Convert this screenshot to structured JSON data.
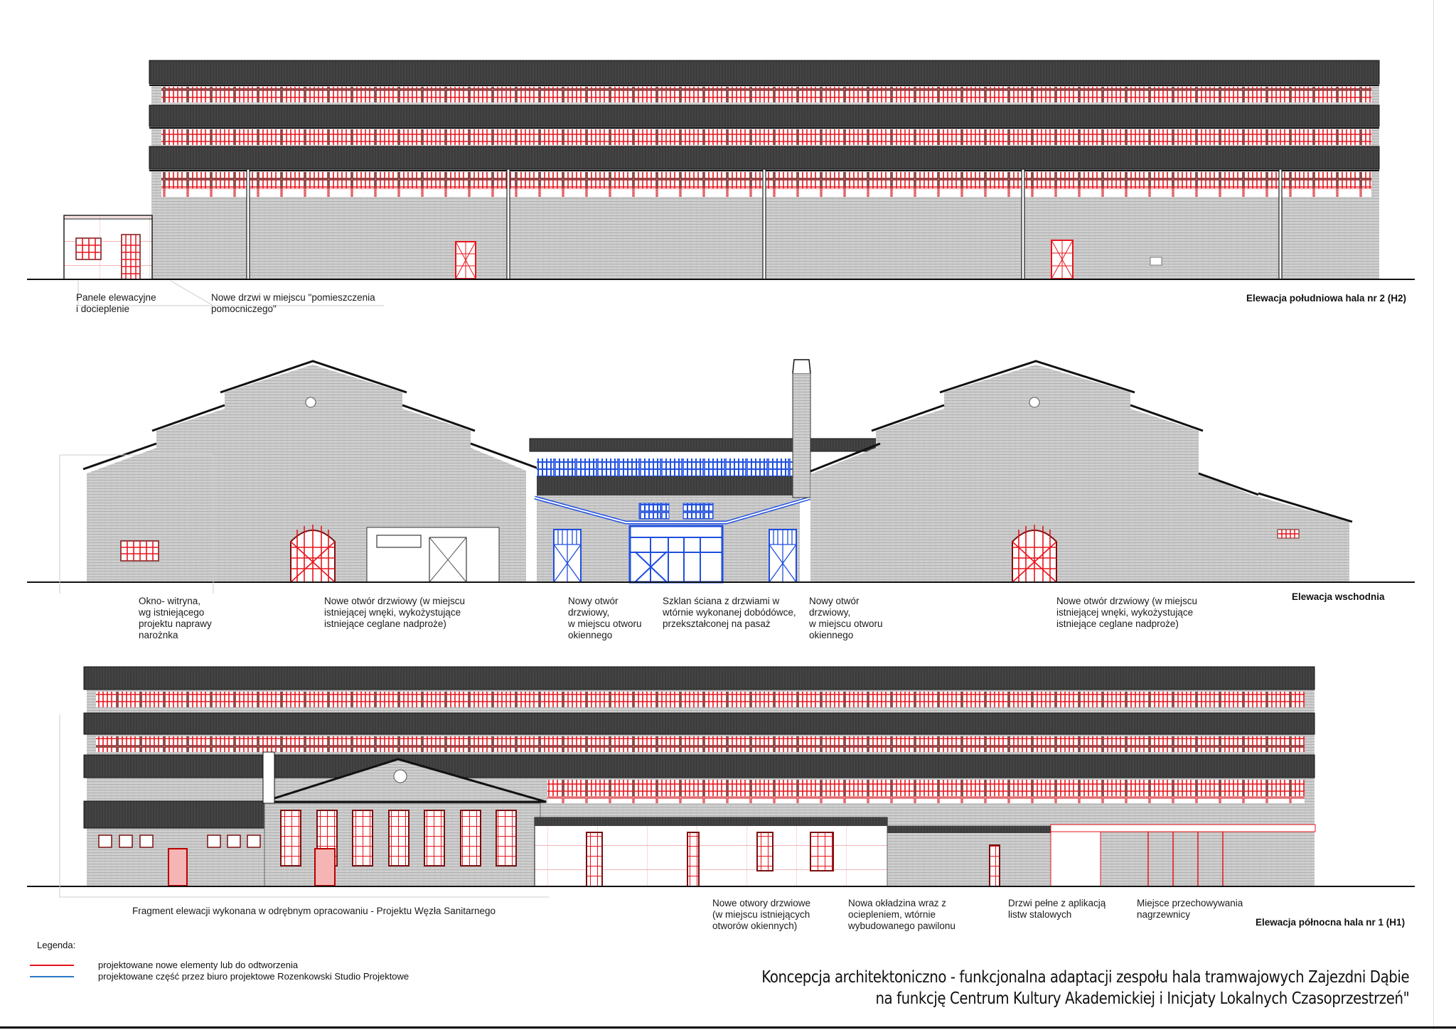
{
  "colors": {
    "new_elements": "#e8141c",
    "studio_part": "#1f4fe0",
    "roof": "#3c3c3c",
    "brick": "#c9c9c9",
    "line": "#111111"
  },
  "elevations": [
    {
      "id": "south",
      "title": "Elewacja południowa hala nr 2 (H2)",
      "annotations": [
        {
          "text": "Panele elewacyjne\ni docieplenie"
        },
        {
          "text": "Nowe drzwi w miejscu \"pomieszczenia\npomocniczego\""
        }
      ],
      "window_bands": 3,
      "window_count_per_band": 54
    },
    {
      "id": "east",
      "title": "Elewacja wschodnia",
      "annotations": [
        {
          "text": "Okno- witryna,\nwg istniejącego\nprojektu naprawy\nnarożnka"
        },
        {
          "text": "Nowe otwór drzwiowy (w miejscu\nistniejącej wnęki, wykożystujące\nistniejące ceglane nadproże)"
        },
        {
          "text": "Nowy otwór\ndrzwiowy,\nw miejscu otworu\nokiennego"
        },
        {
          "text": "Szklan ściana z drzwiami w\nwtórnie wykonanej dobódówce,\nprzekształconej na pasaż"
        },
        {
          "text": "Nowy otwór\ndrzwiowy,\nw miejscu otworu\nokiennego"
        },
        {
          "text": "Nowe otwór drzwiowy (w miejscu\nistniejącej wnęki, wykożystujące\nistniejące ceglane nadproże)"
        }
      ]
    },
    {
      "id": "north",
      "title": "Elewacja północna hala nr 1 (H1)",
      "annotations": [
        {
          "text": "Fragment elewacji wykonana w odrębnym opracowaniu - Projektu Węzła Sanitarnego"
        },
        {
          "text": "Nowe otwory drzwiowe\n(w miejscu istniejących\notworów okiennych)"
        },
        {
          "text": "Nowa okładzina wraz z\nociepleniem, wtórnie\nwybudowanego pawilonu"
        },
        {
          "text": "Drzwi pełne z aplikacją\nlistw stalowych"
        },
        {
          "text": "Miejsce przechowywania\nnagrzewnicy"
        }
      ]
    }
  ],
  "legend": {
    "heading": "Legenda:",
    "items": [
      {
        "label": "projektowane nowe elementy lub do odtworzenia",
        "color": "#e8141c"
      },
      {
        "label": "projektowane część przez biuro projektowe Rozenkowski Studio Projektowe",
        "color": "#2a78c8"
      }
    ]
  },
  "project_title": {
    "line1": "Koncepcja architektoniczno - funkcjonalna adaptacji zespołu hala tramwajowych Zajezdni Dąbie",
    "line2": "na funkcję Centrum Kultury Akademickiej i Inicjaty Lokalnych Czasoprzestrzeń\""
  }
}
